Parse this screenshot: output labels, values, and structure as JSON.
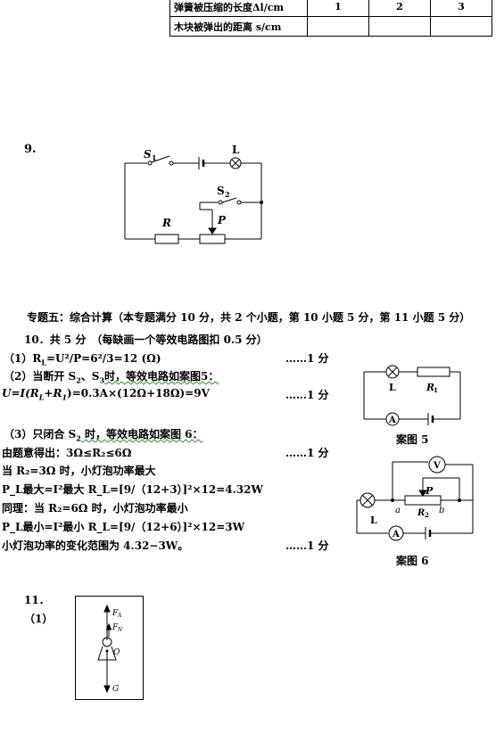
{
  "top_table": {
    "row1_label": "弹簧被压缩的长度Δl/cm",
    "row1_values": [
      "1",
      "2",
      "3"
    ],
    "row2_label": "木块被弹出的距离 s/cm"
  },
  "q9": {
    "number": "9.",
    "labels": {
      "s1": "S",
      "s1_sub": "1",
      "lamp": "L",
      "s2": "S",
      "s2_sub": "2",
      "r": "R",
      "p": "P"
    }
  },
  "section5": {
    "header": "专题五：综合计算（本专题满分 10 分，共 2 个小题，第 10 小题 5 分，第 11 小题 5 分）"
  },
  "q10": {
    "title": "10．共 5 分　（每缺画一个等效电路图扣 0.5 分）",
    "line1": "（1）R",
    "line1_sub": "L",
    "line1_rest": "=U²/P=6²/3=12 (Ω)",
    "line2_a": "（2）当断开 S",
    "line2_sub1": "2",
    "line2_b": "、S",
    "line2_sub2": "3",
    "line2_c": "时，等效电路如案图5：",
    "line3": "U=I(R",
    "line3_sub1": "L",
    "line3_b": "+R",
    "line3_sub2": "1",
    "line3_c": ")=0.3A×(12Ω+18Ω)=9V",
    "line4_a": "（3）只闭合 S",
    "line4_sub": "2",
    "line4_b": " 时，等效电路如案图 6：",
    "line5": "由题意得出：3Ω≤R₂≤6Ω",
    "line6": "当 R₂=3Ω 时，小灯泡功率最大",
    "line7": "P_L最大=I²最大 R_L=[9/（12+3）]²×12=4.32W",
    "line8": "同理：当 R₂=6Ω 时，小灯泡功率最小",
    "line9": "P_L最小=I²最小 R_L=[9/（12+6）]²×12=3W",
    "line10": "小灯泡功率的变化范围为 4.32−3W。",
    "score1": "……1 分",
    "score2": "……1 分",
    "score3": "……1 分",
    "score4": "……1 分",
    "fig5_caption": "案图 5",
    "fig6_caption": "案图 6",
    "fig5_labels": {
      "l": "L",
      "r1": "R",
      "r1_sub": "1",
      "a": "A"
    },
    "fig6_labels": {
      "v": "V",
      "p": "P",
      "l": "L",
      "a_pt": "a",
      "r2": "R",
      "r2_sub": "2",
      "b_pt": "b",
      "amm": "A"
    }
  },
  "q11": {
    "number": "11．",
    "part1": "（1）",
    "force_labels": {
      "fa": "F",
      "fa_sub": "A",
      "fn": "F",
      "fn_sub": "N",
      "o": "O",
      "g": "G"
    }
  }
}
